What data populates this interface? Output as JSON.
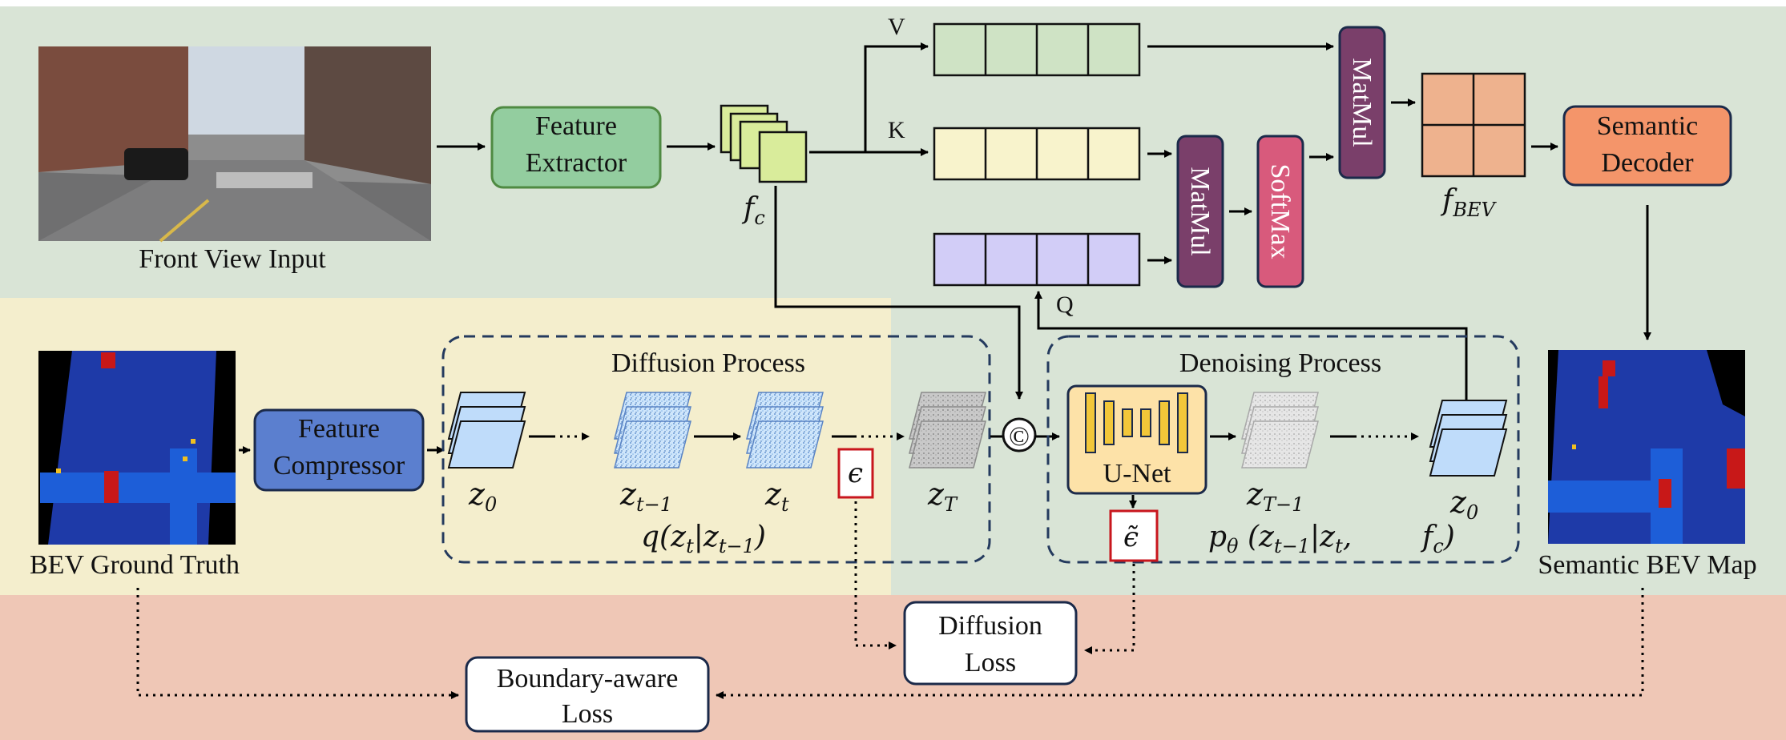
{
  "colors": {
    "top_bg": "#d9e4d6",
    "left_bg": "#f4eecd",
    "bottom_bg": "#efc7b6",
    "feature_extractor": "#93cd9f",
    "feature_compressor": "#5b7fcf",
    "semantic_decoder": "#f4956a",
    "matmul": "#7a3f6a",
    "softmax": "#d85a7c",
    "v_cells": "#cfe3c5",
    "k_cells": "#f8f3cc",
    "q_cells": "#d2cdf7",
    "fbev_cells": "#eeb28e",
    "unet": "#fde2a8",
    "epsilon_border": "#c8161d",
    "dash_border": "#243a5e"
  },
  "labels": {
    "front_view_input": "Front View Input",
    "bev_ground_truth": "BEV Ground Truth",
    "semantic_bev_map": "Semantic BEV Map",
    "v": "V",
    "k": "K",
    "q": "Q",
    "concat_symbol": "©"
  },
  "boxes": {
    "feature_extractor": [
      "Feature",
      "Extractor"
    ],
    "feature_compressor": [
      "Feature",
      "Compressor"
    ],
    "semantic_decoder": [
      "Semantic",
      "Decoder"
    ],
    "matmul_top": "MatMul",
    "matmul_mid": "MatMul",
    "softmax": "SoftMax",
    "unet": "U-Net",
    "diffusion_loss": [
      "Diffusion",
      "Loss"
    ],
    "boundary_loss": [
      "Boundary-aware",
      "Loss"
    ]
  },
  "regions": {
    "diffusion_title": "Diffusion Process",
    "denoising_title": "Denoising Process"
  },
  "math": {
    "f_c": "f",
    "f_c_sub": "c",
    "f_bev": "f",
    "f_bev_sub": "BEV",
    "z0": "z",
    "z0_sub": "0",
    "zt1": "z",
    "zt1_sub": "t−1",
    "zt": "z",
    "zt_sub": "t",
    "zT": "z",
    "zT_sub": "T",
    "zT1": "z",
    "zT1_sub": "T−1",
    "z0b": "z",
    "z0b_sub": "0",
    "epsilon": "ϵ",
    "epsilon_tilde": "ϵ̃",
    "q_formula": "q(z",
    "q_formula_sub1": "t",
    "q_formula_mid": "|z",
    "q_formula_sub2": "t−1",
    "q_formula_end": ")",
    "p_formula": "p",
    "p_formula_sub": "θ",
    "p_formula_rest": " (z",
    "p_formula_sub1": "t−1",
    "p_formula_mid": "|z",
    "p_formula_sub2": "t",
    "p_formula_comma": ",",
    "p_formula_f": "f",
    "p_formula_fsub": "c",
    "p_formula_end": ")"
  }
}
